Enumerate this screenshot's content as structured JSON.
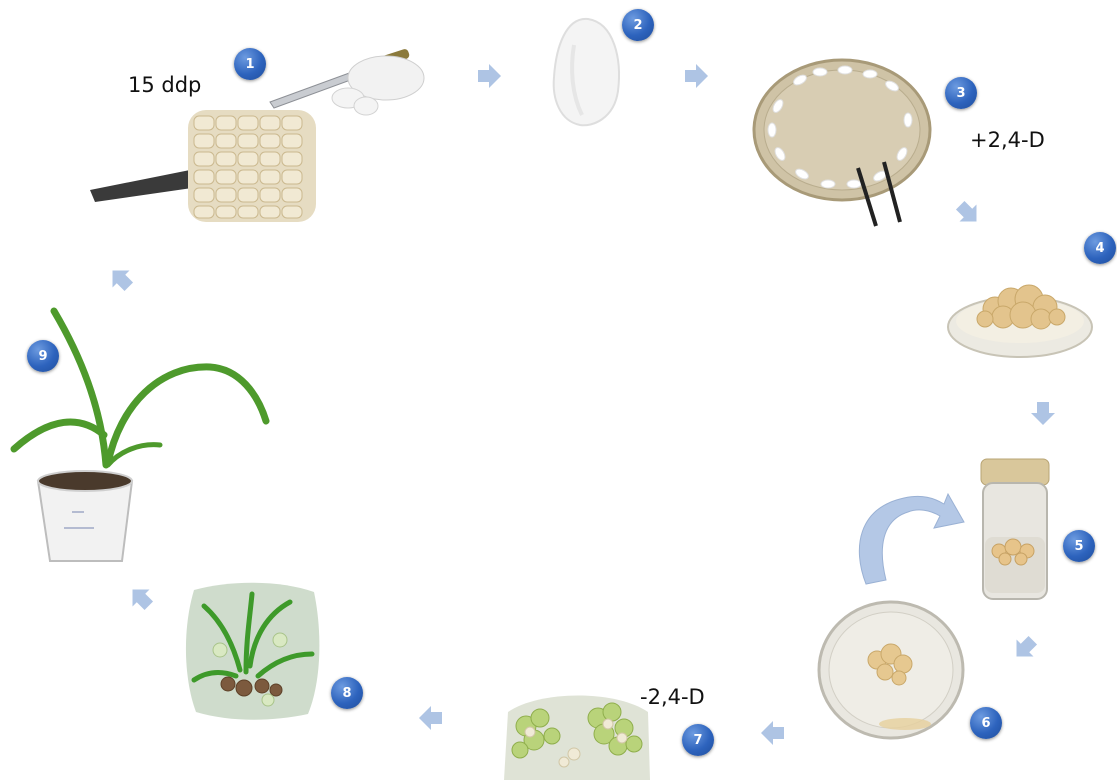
{
  "steps": [
    {
      "number": "1",
      "label": "15 ddp"
    },
    {
      "number": "2",
      "label": ""
    },
    {
      "number": "3",
      "label": "+2,4-D"
    },
    {
      "number": "4",
      "label": ""
    },
    {
      "number": "5",
      "label": ""
    },
    {
      "number": "6",
      "label": ""
    },
    {
      "number": "7",
      "label": "-2,4-D"
    },
    {
      "number": "8",
      "label": ""
    },
    {
      "number": "9",
      "label": ""
    }
  ],
  "colors": {
    "badge": "#2d63bd",
    "arrow": "#aec4e4",
    "kernel": "#e8dcc0",
    "leaf": "#4e9a2c",
    "callus": "#e3c48d"
  }
}
